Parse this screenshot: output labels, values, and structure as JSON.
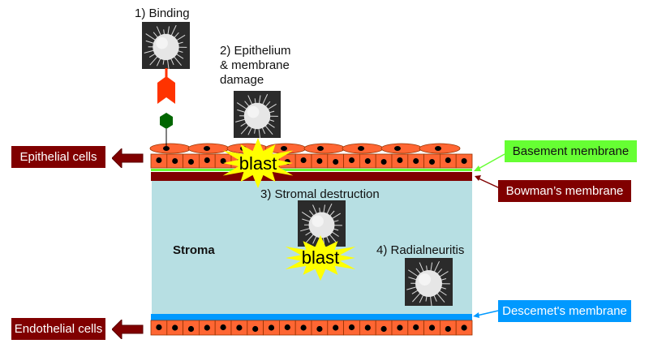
{
  "diagram": {
    "title": "",
    "steps": [
      {
        "id": 1,
        "label": "1) Binding"
      },
      {
        "id": 2,
        "label_lines": [
          "2) Epithelium",
          "& membrane",
          "damage"
        ]
      },
      {
        "id": 3,
        "label": "3) Stromal destruction"
      },
      {
        "id": 4,
        "label": "4) Radialneuritis"
      }
    ],
    "blast_labels": [
      "blast",
      "blast"
    ],
    "layers": {
      "stroma": "Stroma"
    },
    "callouts": {
      "epithelial_cells": {
        "label": "Epithelial cells",
        "bg": "#800000",
        "fg": "#ffffff"
      },
      "endothelial_cells": {
        "label": "Endothelial cells",
        "bg": "#800000",
        "fg": "#ffffff"
      },
      "basement_membrane": {
        "label": "Basement membrane",
        "bg": "#66ff33",
        "fg": "#111111"
      },
      "bowmans_membrane": {
        "label": "Bowman’s membrane",
        "bg": "#800000",
        "fg": "#ffffff"
      },
      "descemets_membrane": {
        "label": "Descemet's membrane",
        "bg": "#0099ff",
        "fg": "#ffffff"
      }
    },
    "colors": {
      "cell_fill": "#ff6633",
      "cell_border": "#993300",
      "nucleus": "#000000",
      "stroma": "#b7dfe3",
      "bowman": "#800000",
      "basement": "#66ff33",
      "descemet": "#0099ff",
      "blast_star": "#ffff00",
      "receptor_red": "#ff3300",
      "receptor_green": "#006600",
      "arrow": "#800000"
    },
    "icons": [
      "acanthamoeba-sem-image",
      "receptor-chevron-icon",
      "ligand-hexagon-icon",
      "blast-star-icon",
      "left-arrow-icon"
    ]
  }
}
